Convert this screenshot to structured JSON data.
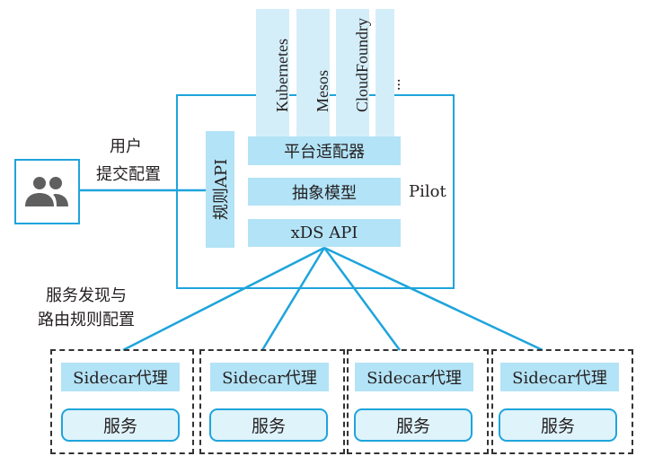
{
  "platforms": [
    {
      "label": "Kubernetes"
    },
    {
      "label": "Mesos"
    },
    {
      "label": "CloudFoundry"
    },
    {
      "label": "..."
    }
  ],
  "pilot": {
    "title": "Pilot",
    "rule_api": "规则API",
    "layers": [
      {
        "label": "平台适配器"
      },
      {
        "label": "抽象模型"
      },
      {
        "label": "xDS API"
      }
    ]
  },
  "user": {
    "icon": "users-icon",
    "label_line1": "用户",
    "label_line2": "提交配置"
  },
  "discovery_label": {
    "line1": "服务发现与",
    "line2": "路由规则配置"
  },
  "pods": [
    {
      "sidecar": "Sidecar代理",
      "service": "服务"
    },
    {
      "sidecar": "Sidecar代理",
      "service": "服务"
    },
    {
      "sidecar": "Sidecar代理",
      "service": "服务"
    },
    {
      "sidecar": "Sidecar代理",
      "service": "服务"
    }
  ],
  "colors": {
    "accent_line": "#1ea4dc",
    "block_fill": "#b3e3f6",
    "platform_fill": "#d4eef9",
    "service_fill": "#dff3fb",
    "icon_gray": "#5f5f5f"
  }
}
